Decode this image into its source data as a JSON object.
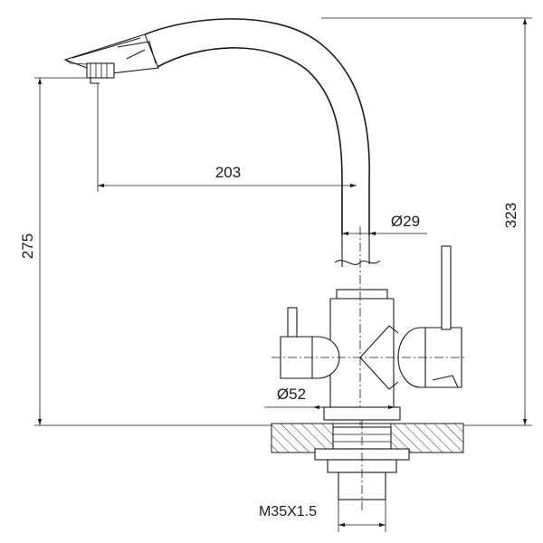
{
  "dimensions": {
    "spout_reach": "203",
    "pipe_diameter": "Ø29",
    "spout_height": "275",
    "total_height": "323",
    "base_diameter": "Ø52",
    "mount_thread": "M35X1.5"
  }
}
